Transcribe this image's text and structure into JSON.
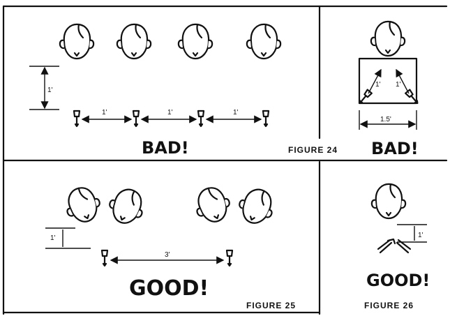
{
  "figure24": {
    "verdict": "BAD!",
    "caption": "FIGURE 24",
    "height_label": "1'",
    "spacing_labels": [
      "1'",
      "1'",
      "1'"
    ],
    "side_verdict": "BAD!",
    "side_angle_labels": [
      "1'",
      "1'"
    ],
    "side_width_label": "1.5'"
  },
  "figure25": {
    "verdict": "GOOD!",
    "caption": "FIGURE 25",
    "height_label": "1'",
    "spacing_label": "3'"
  },
  "figure26": {
    "verdict": "GOOD!",
    "caption": "FIGURE 26",
    "height_label": "1'"
  }
}
